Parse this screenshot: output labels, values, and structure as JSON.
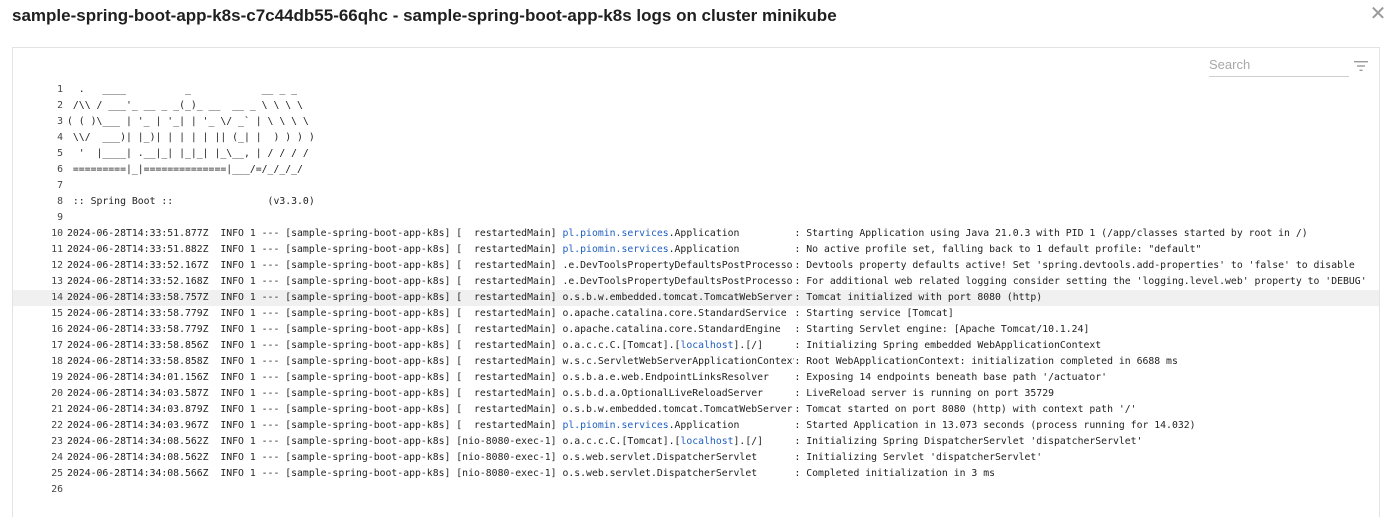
{
  "dialog": {
    "title": "sample-spring-boot-app-k8s-c7c44db55-66qhc - sample-spring-boot-app-k8s logs on cluster minikube",
    "close_icon": "close-icon"
  },
  "search": {
    "placeholder": "Search",
    "value": ""
  },
  "filter_icon": "filter-icon",
  "highlighted_line": 14,
  "lines": [
    {
      "n": "1",
      "text": "  .   ____          _            __ _ _"
    },
    {
      "n": "2",
      "text": " /\\\\ / ___'_ __ _ _(_)_ __  __ _ \\ \\ \\ \\"
    },
    {
      "n": "3",
      "text": "( ( )\\___ | '_ | '_| | '_ \\/ _` | \\ \\ \\ \\"
    },
    {
      "n": "4",
      "text": " \\\\/  ___)| |_)| | | | | || (_| |  ) ) ) )"
    },
    {
      "n": "5",
      "text": "  '  |____| .__|_| |_|_| |_\\__, | / / / /"
    },
    {
      "n": "6",
      "text": " =========|_|==============|___/=/_/_/_/"
    },
    {
      "n": "7",
      "text": ""
    },
    {
      "n": "8",
      "text": " :: Spring Boot ::                (v3.3.0)"
    },
    {
      "n": "9",
      "text": ""
    },
    {
      "n": "10",
      "ts": "2024-06-28T14:33:51.877Z",
      "pfx": "  INFO 1 --- [sample-spring-boot-app-k8s] [  restartedMain] ",
      "cls_a": "pl.piomin.services",
      "cls_b": ".Application",
      "msg": ": Starting Application using Java 21.0.3 with PID 1 (/app/classes started by root in /)"
    },
    {
      "n": "11",
      "ts": "2024-06-28T14:33:51.882Z",
      "pfx": "  INFO 1 --- [sample-spring-boot-app-k8s] [  restartedMain] ",
      "cls_a": "pl.piomin.services",
      "cls_b": ".Application",
      "msg": ": No active profile set, falling back to 1 default profile: \"default\""
    },
    {
      "n": "12",
      "ts": "2024-06-28T14:33:52.167Z",
      "pfx": "  INFO 1 --- [sample-spring-boot-app-k8s] [  restartedMain] ",
      "cls_a": "",
      "cls_b": ".e.DevToolsPropertyDefaultsPostProcessor",
      "msg": ": Devtools property defaults active! Set 'spring.devtools.add-properties' to 'false' to disable"
    },
    {
      "n": "13",
      "ts": "2024-06-28T14:33:52.168Z",
      "pfx": "  INFO 1 --- [sample-spring-boot-app-k8s] [  restartedMain] ",
      "cls_a": "",
      "cls_b": ".e.DevToolsPropertyDefaultsPostProcessor",
      "msg": ": For additional web related logging consider setting the 'logging.level.web' property to 'DEBUG'"
    },
    {
      "n": "14",
      "ts": "2024-06-28T14:33:58.757Z",
      "pfx": "  INFO 1 --- [sample-spring-boot-app-k8s] [  restartedMain] ",
      "cls_a": "",
      "cls_b": "o.s.b.w.embedded.tomcat.TomcatWebServer",
      "msg": " : Tomcat initialized with port 8080 (http)"
    },
    {
      "n": "15",
      "ts": "2024-06-28T14:33:58.779Z",
      "pfx": "  INFO 1 --- [sample-spring-boot-app-k8s] [  restartedMain] ",
      "cls_a": "",
      "cls_b": "o.apache.catalina.core.StandardService",
      "msg": "  : Starting service [Tomcat]"
    },
    {
      "n": "16",
      "ts": "2024-06-28T14:33:58.779Z",
      "pfx": "  INFO 1 --- [sample-spring-boot-app-k8s] [  restartedMain] ",
      "cls_a": "",
      "cls_b": "o.apache.catalina.core.StandardEngine",
      "msg": "   : Starting Servlet engine: [Apache Tomcat/10.1.24]"
    },
    {
      "n": "17",
      "ts": "2024-06-28T14:33:58.856Z",
      "pfx": "  INFO 1 --- [sample-spring-boot-app-k8s] [  restartedMain] ",
      "cls_a": "",
      "cls_b": "o.a.c.c.C.[Tomcat].[localhost].[/]",
      "msg": "      : Initializing Spring embedded WebApplicationContext",
      "localhost": true
    },
    {
      "n": "18",
      "ts": "2024-06-28T14:33:58.858Z",
      "pfx": "  INFO 1 --- [sample-spring-boot-app-k8s] [  restartedMain] ",
      "cls_a": "",
      "cls_b": "w.s.c.ServletWebServerApplicationContext",
      "msg": ": Root WebApplicationContext: initialization completed in 6688 ms"
    },
    {
      "n": "19",
      "ts": "2024-06-28T14:34:01.156Z",
      "pfx": "  INFO 1 --- [sample-spring-boot-app-k8s] [  restartedMain] ",
      "cls_a": "",
      "cls_b": "o.s.b.a.e.web.EndpointLinksResolver",
      "msg": "     : Exposing 14 endpoints beneath base path '/actuator'"
    },
    {
      "n": "20",
      "ts": "2024-06-28T14:34:03.587Z",
      "pfx": "  INFO 1 --- [sample-spring-boot-app-k8s] [  restartedMain] ",
      "cls_a": "",
      "cls_b": "o.s.b.d.a.OptionalLiveReloadServer",
      "msg": "      : LiveReload server is running on port 35729"
    },
    {
      "n": "21",
      "ts": "2024-06-28T14:34:03.879Z",
      "pfx": "  INFO 1 --- [sample-spring-boot-app-k8s] [  restartedMain] ",
      "cls_a": "",
      "cls_b": "o.s.b.w.embedded.tomcat.TomcatWebServer",
      "msg": " : Tomcat started on port 8080 (http) with context path '/'"
    },
    {
      "n": "22",
      "ts": "2024-06-28T14:34:03.967Z",
      "pfx": "  INFO 1 --- [sample-spring-boot-app-k8s] [  restartedMain] ",
      "cls_a": "pl.piomin.services",
      "cls_b": ".Application",
      "msg": "           : Started Application in 13.073 seconds (process running for 14.032)"
    },
    {
      "n": "23",
      "ts": "2024-06-28T14:34:08.562Z",
      "pfx": "  INFO 1 --- [sample-spring-boot-app-k8s] [nio-8080-exec-1] ",
      "cls_a": "",
      "cls_b": "o.a.c.c.C.[Tomcat].[localhost].[/]",
      "msg": "      : Initializing Spring DispatcherServlet 'dispatcherServlet'",
      "localhost": true
    },
    {
      "n": "24",
      "ts": "2024-06-28T14:34:08.562Z",
      "pfx": "  INFO 1 --- [sample-spring-boot-app-k8s] [nio-8080-exec-1] ",
      "cls_a": "",
      "cls_b": "o.s.web.servlet.DispatcherServlet",
      "msg": "       : Initializing Servlet 'dispatcherServlet'"
    },
    {
      "n": "25",
      "ts": "2024-06-28T14:34:08.566Z",
      "pfx": "  INFO 1 --- [sample-spring-boot-app-k8s] [nio-8080-exec-1] ",
      "cls_a": "",
      "cls_b": "o.s.web.servlet.DispatcherServlet",
      "msg": "       : Completed initialization in 3 ms"
    },
    {
      "n": "26",
      "text": ""
    }
  ],
  "colors": {
    "link": "#1f5fbf",
    "highlight": "#f0f0f0"
  }
}
